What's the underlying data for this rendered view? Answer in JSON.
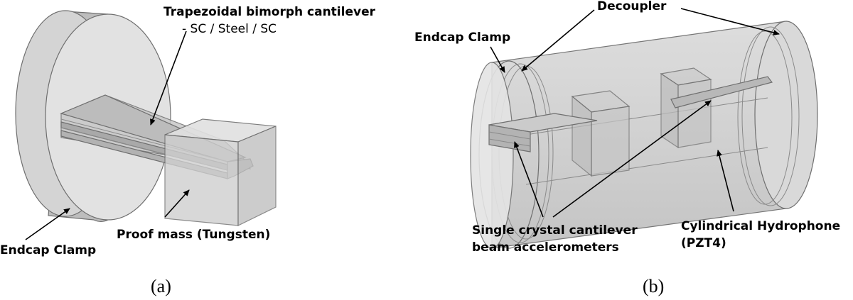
{
  "panel_a": {
    "caption": "(a)",
    "labels": {
      "cantilever_title": "Trapezoidal bimorph cantilever",
      "cantilever_layers": "- SC / Steel / SC",
      "endcap": "Endcap Clamp",
      "proof_mass": "Proof mass (Tungsten)"
    }
  },
  "panel_b": {
    "caption": "(b)",
    "labels": {
      "decoupler": "Decoupler",
      "endcap": "Endcap Clamp",
      "accelerometers_line1": "Single crystal cantilever",
      "accelerometers_line2": "beam accelerometers",
      "hydrophone_line1": "Cylindrical Hydrophone",
      "hydrophone_line2": "(PZT4)"
    }
  },
  "colors": {
    "model_fill": "#d6d6d6",
    "model_dark": "#a9a9a9",
    "model_light": "#e4e4e4",
    "edge": "#6f6f6f"
  }
}
